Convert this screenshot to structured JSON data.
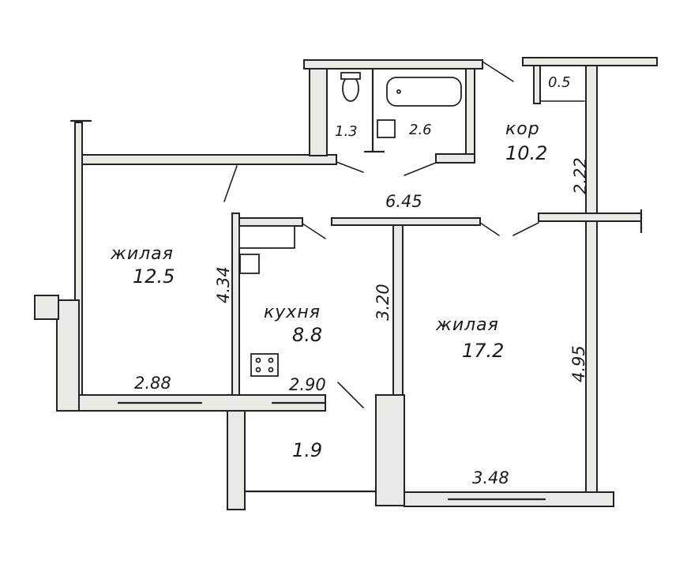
{
  "rooms": {
    "living_left": {
      "name": "жилая",
      "area": "12.5"
    },
    "kitchen": {
      "name": "кухня",
      "area": "8.8"
    },
    "living_right": {
      "name": "жилая",
      "area": "17.2"
    },
    "corridor": {
      "name": "кор",
      "area": "10.2"
    },
    "toilet": {
      "area": "1.3"
    },
    "bath": {
      "area": "2.6"
    },
    "closet": {
      "area": "0.5"
    },
    "balcony": {
      "area": "1.9"
    }
  },
  "dimensions": {
    "corridor_width": "6.45",
    "corridor_depth": "2.22",
    "left_room_width": "2.88",
    "left_room_depth": "4.34",
    "kitchen_width": "2.90",
    "kitchen_depth": "3.20",
    "right_room_width": "3.48",
    "right_room_depth": "4.95"
  }
}
